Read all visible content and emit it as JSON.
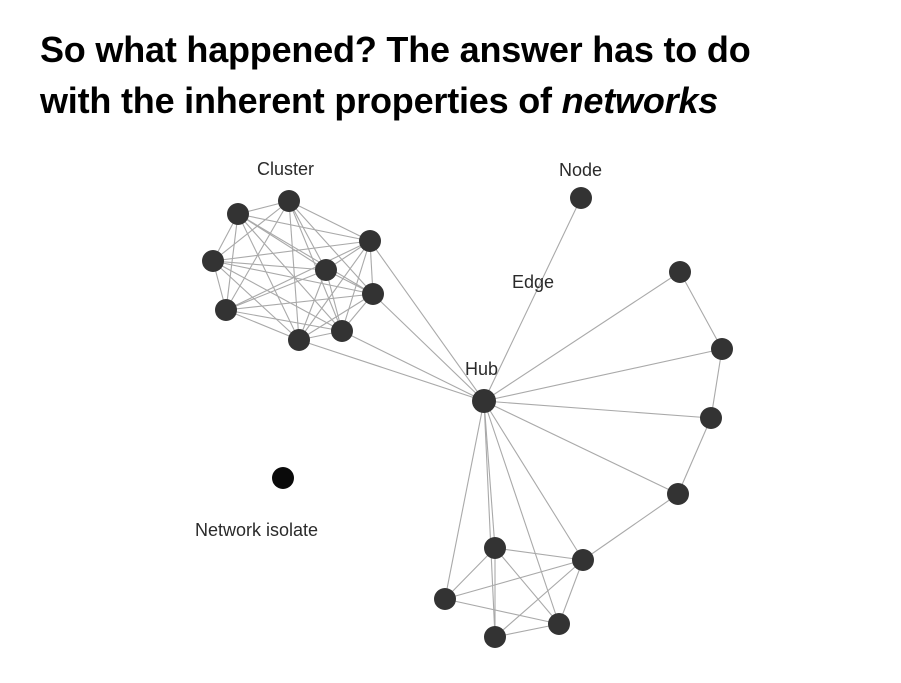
{
  "headline": {
    "line1": "So what happened? The answer has to do",
    "line2_prefix": "with the inherent properties of ",
    "line2_emphasis": "networks"
  },
  "diagram": {
    "labels": {
      "cluster": "Cluster",
      "node": "Node",
      "edge": "Edge",
      "hub": "Hub",
      "isolate": "Network isolate"
    },
    "colors": {
      "node": "#333333",
      "isolate": "#0a0a0a",
      "edge": "#a9a9a9"
    },
    "node_ids": [
      "hub",
      "node_top",
      "c1",
      "c2",
      "c3",
      "c4",
      "c5",
      "c6",
      "c7",
      "c8",
      "c9",
      "r1",
      "r2",
      "r3",
      "r4",
      "r5",
      "b1",
      "b2",
      "b3",
      "b4",
      "isolate"
    ],
    "edges": [
      [
        "c1",
        "c2"
      ],
      [
        "c1",
        "c3"
      ],
      [
        "c1",
        "c4"
      ],
      [
        "c1",
        "c5"
      ],
      [
        "c1",
        "c6"
      ],
      [
        "c1",
        "c7"
      ],
      [
        "c1",
        "c8"
      ],
      [
        "c1",
        "c9"
      ],
      [
        "c2",
        "c3"
      ],
      [
        "c2",
        "c4"
      ],
      [
        "c2",
        "c5"
      ],
      [
        "c2",
        "c6"
      ],
      [
        "c2",
        "c7"
      ],
      [
        "c2",
        "c8"
      ],
      [
        "c2",
        "c9"
      ],
      [
        "c3",
        "c4"
      ],
      [
        "c3",
        "c5"
      ],
      [
        "c3",
        "c6"
      ],
      [
        "c3",
        "c7"
      ],
      [
        "c3",
        "c8"
      ],
      [
        "c3",
        "c9"
      ],
      [
        "c4",
        "c5"
      ],
      [
        "c4",
        "c6"
      ],
      [
        "c4",
        "c7"
      ],
      [
        "c4",
        "c8"
      ],
      [
        "c4",
        "c9"
      ],
      [
        "c5",
        "c6"
      ],
      [
        "c5",
        "c7"
      ],
      [
        "c5",
        "c8"
      ],
      [
        "c5",
        "c9"
      ],
      [
        "c6",
        "c7"
      ],
      [
        "c6",
        "c8"
      ],
      [
        "c6",
        "c9"
      ],
      [
        "c7",
        "c8"
      ],
      [
        "c7",
        "c9"
      ],
      [
        "c8",
        "c9"
      ],
      [
        "hub",
        "c3"
      ],
      [
        "hub",
        "c6"
      ],
      [
        "hub",
        "c8"
      ],
      [
        "hub",
        "c9"
      ],
      [
        "hub",
        "node_top"
      ],
      [
        "hub",
        "r1"
      ],
      [
        "hub",
        "r2"
      ],
      [
        "hub",
        "r3"
      ],
      [
        "hub",
        "r4"
      ],
      [
        "hub",
        "r5"
      ],
      [
        "r1",
        "r2"
      ],
      [
        "r2",
        "r3"
      ],
      [
        "r3",
        "r4"
      ],
      [
        "r4",
        "r5"
      ],
      [
        "hub",
        "b1"
      ],
      [
        "hub",
        "b2"
      ],
      [
        "hub",
        "b3"
      ],
      [
        "hub",
        "b4"
      ],
      [
        "b1",
        "b2"
      ],
      [
        "b1",
        "b3"
      ],
      [
        "b1",
        "b4"
      ],
      [
        "b1",
        "r5"
      ],
      [
        "b2",
        "b3"
      ],
      [
        "b2",
        "r5"
      ],
      [
        "b3",
        "b4"
      ],
      [
        "b3",
        "r5"
      ],
      [
        "b4",
        "r5"
      ]
    ]
  }
}
